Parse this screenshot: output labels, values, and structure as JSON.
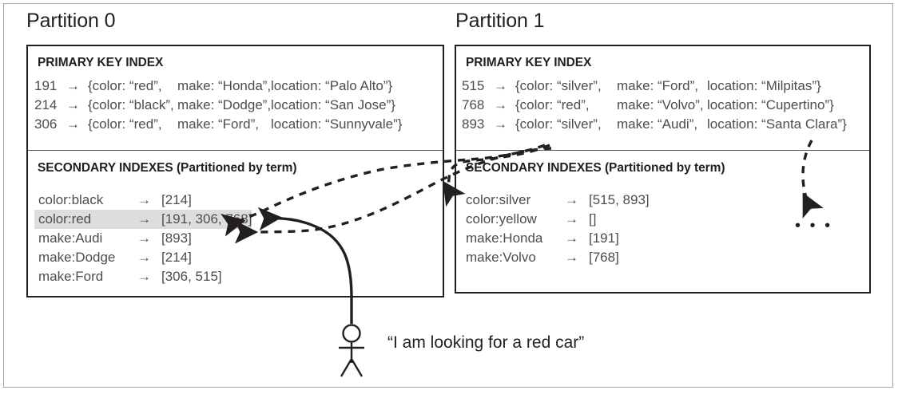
{
  "figure": {
    "title_left": "Partition 0",
    "title_right": "Partition 1"
  },
  "partitions": [
    {
      "name": "Partition 0",
      "primary_index": {
        "heading": "PRIMARY KEY INDEX",
        "rows": [
          {
            "id": "191",
            "arrow": "→",
            "color": "{color: “red”,",
            "make": "make: “Honda”,",
            "location": "location: “Palo Alto”}"
          },
          {
            "id": "214",
            "arrow": "→",
            "color": "{color: “black”,",
            "make": "make: “Dodge”,",
            "location": "location: “San Jose”}"
          },
          {
            "id": "306",
            "arrow": "→",
            "color": "{color: “red”,",
            "make": "make: “Ford”,",
            "location": "location: “Sunnyvale”}"
          }
        ]
      },
      "secondary_index": {
        "heading": "SECONDARY INDEXES (Partitioned by term)",
        "rows": [
          {
            "term": "color:black",
            "arrow": "→",
            "postings": "[214]",
            "highlighted": false
          },
          {
            "term": "color:red",
            "arrow": "→",
            "postings": "[191, 306, 768]",
            "highlighted": true
          },
          {
            "term": "make:Audi",
            "arrow": "→",
            "postings": "[893]",
            "highlighted": false
          },
          {
            "term": "make:Dodge",
            "arrow": "→",
            "postings": "[214]",
            "highlighted": false
          },
          {
            "term": "make:Ford",
            "arrow": "→",
            "postings": "[306, 515]",
            "highlighted": false
          }
        ]
      }
    },
    {
      "name": "Partition 1",
      "primary_index": {
        "heading": "PRIMARY KEY INDEX",
        "rows": [
          {
            "id": "515",
            "arrow": "→",
            "color": "{color: “silver”,",
            "make": "make: “Ford”,",
            "location": "location: “Milpitas”}"
          },
          {
            "id": "768",
            "arrow": "→",
            "color": "{color: “red”,",
            "make": "make: “Volvo”,",
            "location": "location: “Cupertino”}"
          },
          {
            "id": "893",
            "arrow": "→",
            "color": "{color: “silver”,",
            "make": "make: “Audi”,",
            "location": "location: “Santa Clara”}"
          }
        ]
      },
      "secondary_index": {
        "heading": "SECONDARY INDEXES (Partitioned by term)",
        "rows": [
          {
            "term": "color:silver",
            "arrow": "→",
            "postings": "[515, 893]",
            "highlighted": false
          },
          {
            "term": "color:yellow",
            "arrow": "→",
            "postings": "[]",
            "highlighted": false
          },
          {
            "term": "make:Honda",
            "arrow": "→",
            "postings": "[191]",
            "highlighted": false
          },
          {
            "term": "make:Volvo",
            "arrow": "→",
            "postings": "[768]",
            "highlighted": false
          }
        ],
        "ellipsis": "• • •"
      }
    }
  ],
  "user": {
    "quote": "“I am looking for a red car”",
    "icon": "stick-figure"
  },
  "colors": {
    "ink": "#231f20",
    "text_gray": "#4d4d4f",
    "highlight": "#dddddd",
    "divider": "#58595b",
    "outer_border": "#a6a6a6"
  }
}
